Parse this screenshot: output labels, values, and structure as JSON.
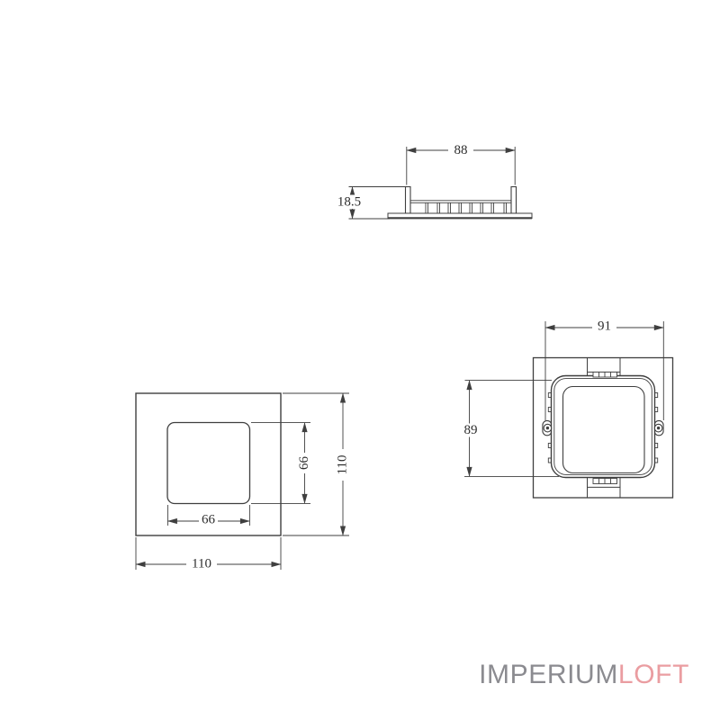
{
  "drawing": {
    "line_color": "#3f3f3f",
    "text_color": "#2e2e2e",
    "profile": {
      "width_label": "88",
      "height_label": "18.5"
    },
    "front": {
      "outer_width_label": "110",
      "outer_height_label": "110",
      "inner_width_label": "66",
      "inner_height_label": "66"
    },
    "back": {
      "mount_width_label": "91",
      "body_height_label": "89"
    }
  },
  "logo": {
    "part1": "IMPERIUM",
    "part2": "LOFT",
    "part1_color": "#8b8b90",
    "part2_color": "#ea9da1"
  }
}
